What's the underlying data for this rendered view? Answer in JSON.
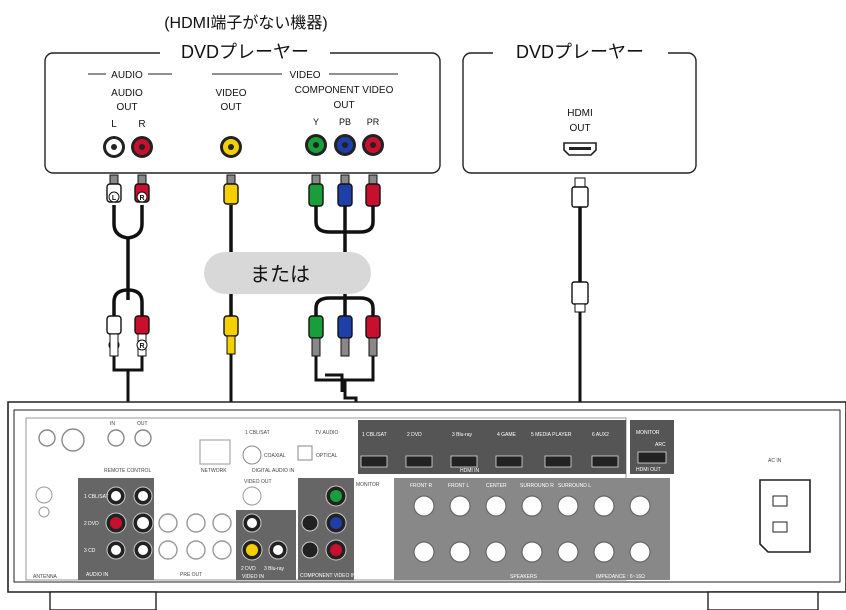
{
  "top_note": "(HDMI端子がない機器)",
  "left_player": {
    "title": "DVDプレーヤー",
    "audio_group": "AUDIO",
    "video_group": "VIDEO",
    "audio_out": "AUDIO",
    "audio_out2": "OUT",
    "l": "L",
    "r": "R",
    "video_out": "VIDEO",
    "video_out2": "OUT",
    "component_out": "COMPONENT VIDEO",
    "component_out2": "OUT",
    "y": "Y",
    "pb": "PB",
    "pr": "PR"
  },
  "right_player": {
    "title": "DVDプレーヤー",
    "hdmi": "HDMI",
    "hdmi_out": "OUT"
  },
  "or_label": "または",
  "plug_l": "L",
  "plug_r": "R",
  "receiver": {
    "hdmi_inputs": [
      "1 CBL/SAT",
      "2 DVD",
      "3 Blu-ray",
      "4 GAME",
      "5 MEDIA PLAYER",
      "6 AUX2"
    ],
    "hdmi_in": "HDMI IN",
    "monitor": "MONITOR",
    "arc": "ARC",
    "hdmi_out": "HDMI OUT",
    "ac_in": "AC IN",
    "antenna": "ANTENNA",
    "audio_in": "AUDIO IN",
    "pre_out": "PRE OUT",
    "video_in": "VIDEO IN",
    "component_in": "COMPONENT VIDEO IN",
    "video_out": "VIDEO OUT",
    "speakers": "SPEAKERS",
    "impedance": "IMPEDANCE : 6~16Ω",
    "digital_audio_in": "DIGITAL AUDIO IN",
    "coaxial": "COAXIAL",
    "optical": "OPTICAL",
    "tv_audio": "TV AUDIO",
    "network": "NETWORK",
    "remote": "REMOTE CONTROL",
    "in": "IN",
    "out": "OUT",
    "speaker_labels": [
      "FRONT R",
      "FRONT L",
      "CENTER",
      "SURROUND R",
      "SURROUND L"
    ],
    "audio_in_labels": [
      "1 CBL/SAT",
      "2 DVD",
      "3 CD"
    ],
    "video_in_labels": [
      "2 DVD",
      "3 Blu-ray"
    ],
    "cbl_sat": "1 CBL/SAT"
  }
}
